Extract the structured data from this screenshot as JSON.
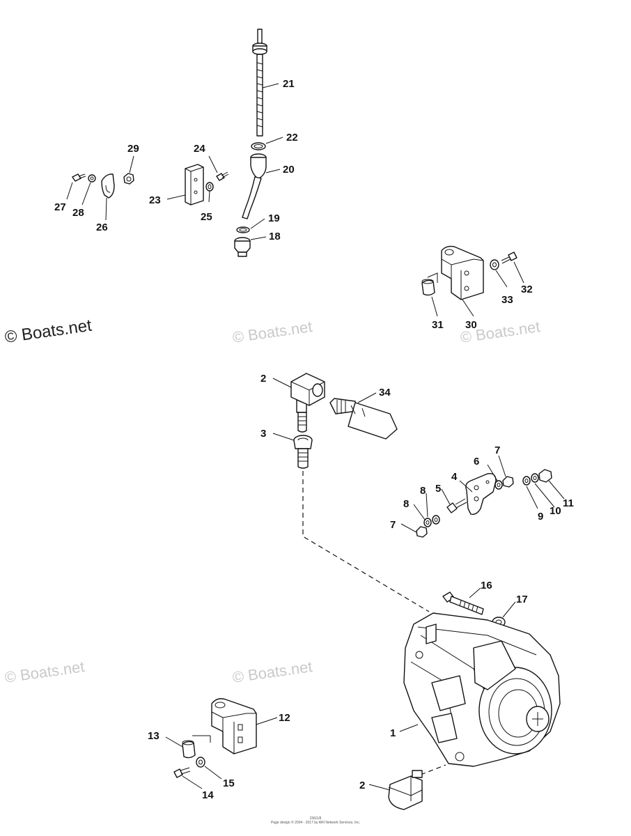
{
  "watermarks": {
    "main": "© Boats.net",
    "faint": "© Boats.net"
  },
  "footer": {
    "line1": "236/1/8",
    "line2": "Page design © 2004 - 2017 by ARI Network Services, Inc."
  },
  "callouts": [
    "1",
    "2",
    "3",
    "4",
    "5",
    "6",
    "7",
    "8",
    "9",
    "10",
    "11",
    "12",
    "13",
    "14",
    "15",
    "16",
    "17",
    "18",
    "19",
    "20",
    "21",
    "22",
    "23",
    "24",
    "25",
    "26",
    "27",
    "28",
    "29",
    "30",
    "31",
    "32",
    "33",
    "34"
  ]
}
